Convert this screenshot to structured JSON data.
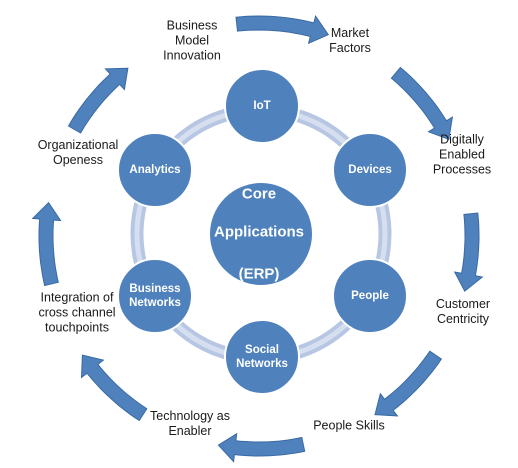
{
  "core": {
    "line1": "Core",
    "line2": "Applications",
    "line3": "(ERP)"
  },
  "nodes": [
    {
      "id": "iot",
      "label": "IoT"
    },
    {
      "id": "devices",
      "label": "Devices"
    },
    {
      "id": "people",
      "label": "People"
    },
    {
      "id": "social",
      "label": "Social\nNetworks"
    },
    {
      "id": "business",
      "label": "Business\nNetworks"
    },
    {
      "id": "analytics",
      "label": "Analytics"
    }
  ],
  "outer_labels": {
    "business_model": "Business\nModel\nInnovation",
    "market_factors": "Market\nFactors",
    "digitally_enabled": "Digitally\nEnabled\nProcesses",
    "customer_centricity": "Customer\nCentricity",
    "people_skills": "People Skills",
    "technology_enabler": "Technology as\nEnabler",
    "integration": "Integration of\ncross channel\ntouchpoints",
    "org_openess": "Organizational\nOpeness"
  },
  "colors": {
    "node_fill": "#4f81bd",
    "node_stroke": "#ffffff",
    "ring": "#b7c6e2",
    "arrow": "#4f81bd"
  }
}
